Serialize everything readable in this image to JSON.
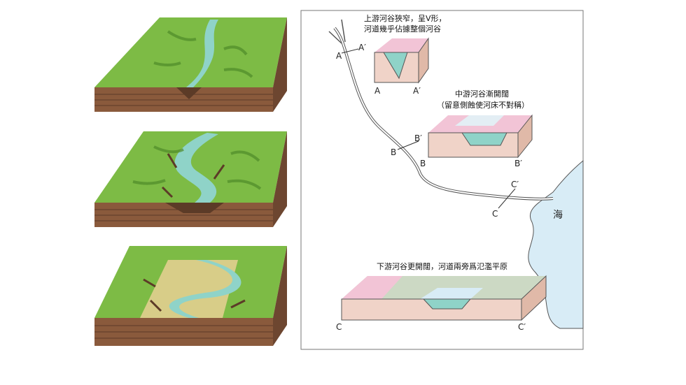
{
  "captions": {
    "upstream_line1": "上游河谷狹窄，呈V形，",
    "upstream_line2": "河道幾乎佔據整個河谷",
    "midstream_line1": "中游河谷漸開闊",
    "midstream_line2": "（留意側蝕使河床不對稱）",
    "downstream": "下游河谷更開闊，河道兩旁爲氾濫平原"
  },
  "labels": {
    "a": "A",
    "a_prime": "A′",
    "b": "B",
    "b_prime": "B′",
    "c": "C",
    "c_prime": "C′",
    "sea": "海"
  },
  "colors": {
    "grass": "#7dbb45",
    "grass_dark": "#4f8a2a",
    "soil": "#8a5a3c",
    "soil_dark": "#5c3b27",
    "water": "#8fd3c8",
    "sea": "#d8ecf6",
    "rock_pink": "#f2c4d6",
    "floodplain": "#d8cd88"
  }
}
